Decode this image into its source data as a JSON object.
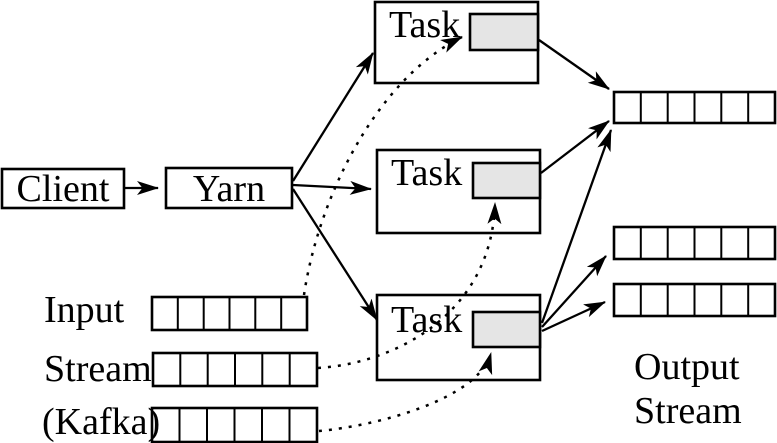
{
  "diagram": {
    "nodes": {
      "client": {
        "label": "Client"
      },
      "yarn": {
        "label": "Yarn"
      },
      "tasks": [
        {
          "label": "Task"
        },
        {
          "label": "Task"
        },
        {
          "label": "Task"
        }
      ]
    },
    "input_stream": {
      "label_lines": [
        "Input",
        "Stream",
        "(Kafka)"
      ],
      "partition_rows": 3,
      "cells_per_partition": 6
    },
    "output_stream": {
      "label_lines": [
        "Output",
        "Stream"
      ],
      "partition_rows": 3,
      "cells_per_partition": 6
    },
    "colors": {
      "line": "#000000",
      "box_fill": "#ffffff",
      "task_buffer_fill": "#e5e5e5",
      "background": "#ffffff"
    }
  }
}
